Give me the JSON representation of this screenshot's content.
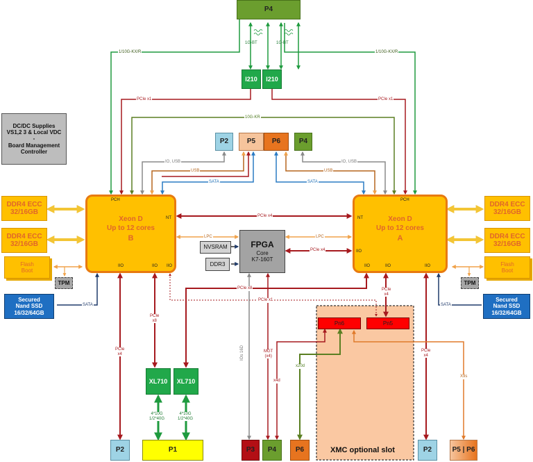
{
  "top": {
    "p4": "P4",
    "i210_left": "I210",
    "i210_right": "I210",
    "bt_left": "1G-BT",
    "bt_right": "1G-BT"
  },
  "supplies": {
    "text": "DC/DC Supplies\nVS1,2 3 & Local VDC\n-\nBoard Management\nController"
  },
  "mid_slots": {
    "p2": "P2",
    "p5": "P5",
    "p6": "P6",
    "p4": "P4"
  },
  "cpu_b": {
    "title_line1": "Xeon D",
    "title_line2": "Up to 12 cores",
    "letter": "B",
    "pch": "PCH",
    "nt": "NT",
    "iio1": "IIO",
    "iio2": "IIO",
    "iio3": "IIO"
  },
  "cpu_a": {
    "title_line1": "Xeon D",
    "title_line2": "Up to 12 cores",
    "letter": "A",
    "pch": "PCH",
    "nt": "NT",
    "iio_side": "IIO",
    "iio1": "IIO",
    "iio2": "IIO",
    "iio3": "IIO"
  },
  "ddr_left": [
    "DDR4 ECC\n32/16GB",
    "DDR4 ECC\n32/16GB"
  ],
  "ddr_right": [
    "DDR4 ECC\n32/16GB",
    "DDR4 ECC\n32/16GB"
  ],
  "flash_left": "Flash\nBoot",
  "flash_right": "Flash\nBoot",
  "tpm_left": "TPM",
  "tpm_right": "TPM",
  "nand_left": "Secured\nNand SSD\n16/32/64GB",
  "nand_right": "Secured\nNand SSD\n16/32/64GB",
  "fpga": {
    "title": "FPGA",
    "line2": "Core",
    "line3": "K7-160T",
    "nvsram": "NVSRAM",
    "ddr3": "DDR3"
  },
  "xl710": [
    "XL710",
    "XL710"
  ],
  "xmc": {
    "title": "XMC optional slot",
    "pn6": "Pn6",
    "pn5": "Pn5"
  },
  "bottom": {
    "p2_left": "P2",
    "p1": "P1",
    "p3": "P3",
    "p4": "P4",
    "p6": "P6",
    "p2_right": "P2",
    "p5p6": "P5 | P6"
  },
  "labels": {
    "kx_left": "1/10G-KX/R",
    "kx_right": "1/10G-KX/R",
    "pcie_x1_left": "PCIe x1",
    "pcie_x1_right": "PCIe x1",
    "kr": "10G-KR",
    "io_usb_left": "IO, USB",
    "usb_left": "USB",
    "sata_left": "SATA",
    "io_usb_right": "IO, USB",
    "usb_right": "USB",
    "sata_right": "SATA",
    "pcie_x4_mid": "PCIe x4",
    "lpc_left": "LPC",
    "lpc_right": "LPC",
    "pcie_x4_fpga": "PCIe x4",
    "pcie_x8_cross": "PCIe x8",
    "pcie_x1_cross": "PCIe x1",
    "pcie_x4_b": "PCIe\nx4",
    "pcie_x8_b": "PCIe\nx8",
    "sata_nand_left": "SATA",
    "sata_nand_right": "SATA",
    "ios": "IOs 16D",
    "mgt": "MGT\n(x4)",
    "x4d": "x4d",
    "x20d": "x20d",
    "pcie_x4_a_mid": "PCIe\nx4",
    "pcie_x4_a": "PCIe\nx4",
    "x9s": "X9s",
    "gbe_left": "4*10G\n1/2*40G",
    "gbe_right": "4*10G\n1/2*40G"
  }
}
